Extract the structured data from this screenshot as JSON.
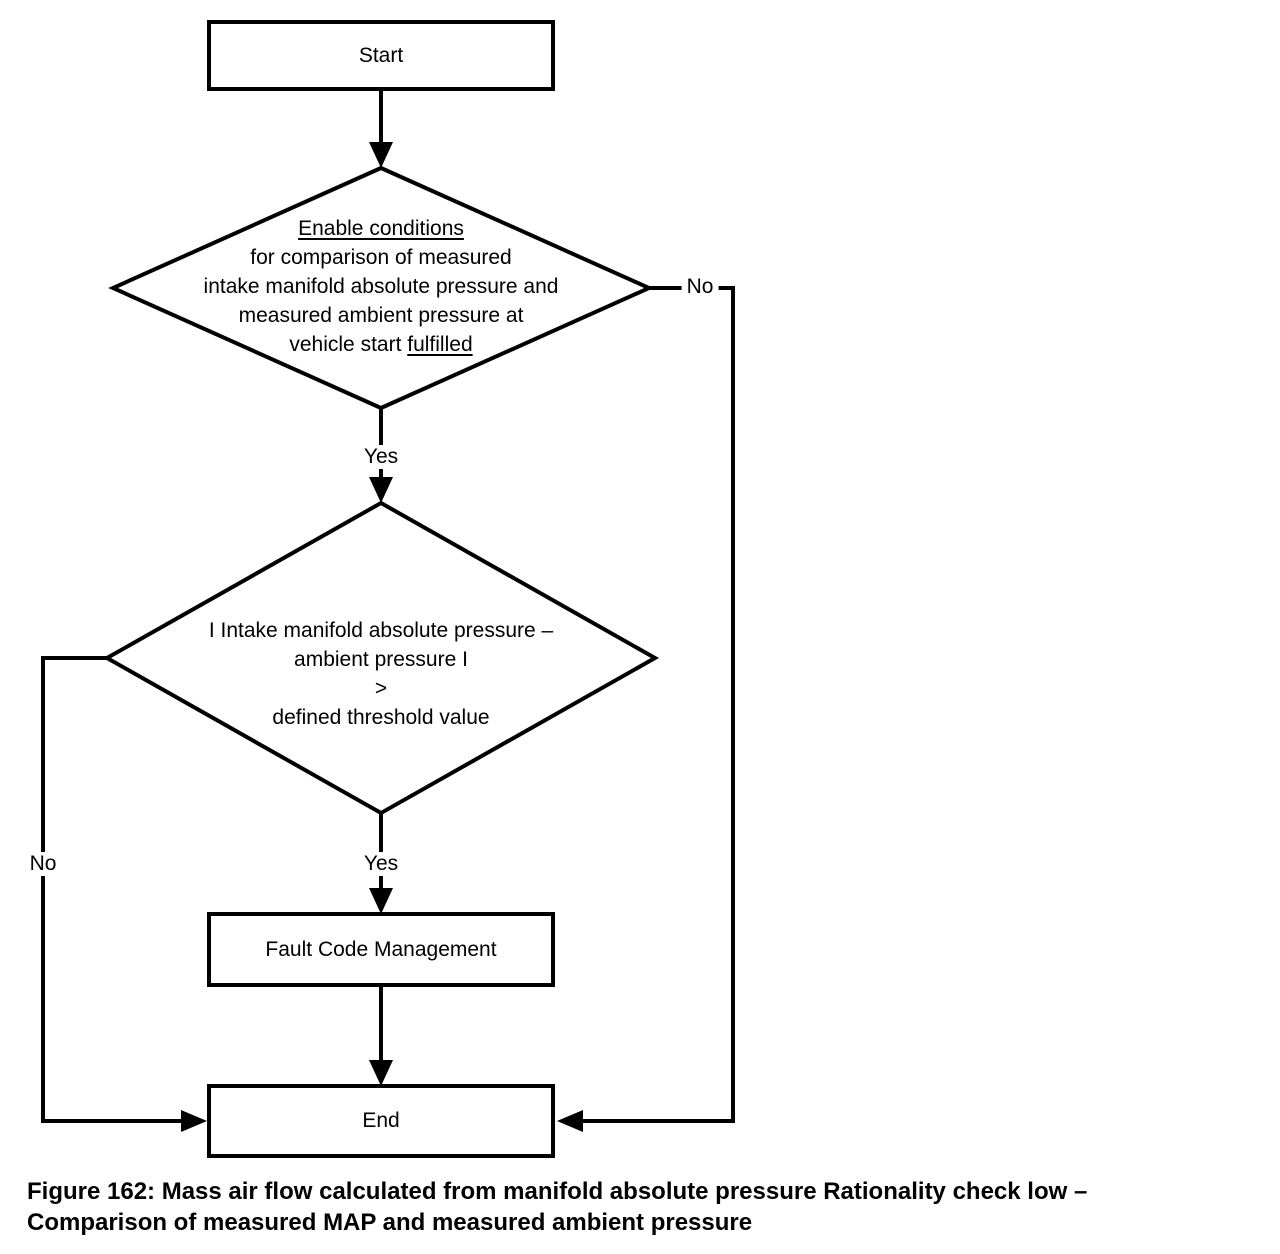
{
  "colors": {
    "background": "#ffffff",
    "line": "#000000",
    "text": "#000000"
  },
  "flowchart": {
    "start": {
      "label": "Start"
    },
    "decision1": {
      "line1": "Enable conditions",
      "line2": "for comparison of measured",
      "line3": "intake manifold absolute pressure and",
      "line4": "measured ambient pressure at",
      "line5_prefix": "vehicle start ",
      "line5_underlined": "fulfilled"
    },
    "branch1": {
      "yes": "Yes",
      "no": "No"
    },
    "decision2": {
      "line1": "I Intake manifold absolute pressure –",
      "line2": "ambient pressure I",
      "line3": ">",
      "line4": "defined threshold value"
    },
    "branch2": {
      "yes": "Yes",
      "no": "No"
    },
    "fault": {
      "label": "Fault Code Management"
    },
    "end": {
      "label": "End"
    }
  },
  "caption": {
    "line1": "Figure 162: Mass air flow calculated from manifold absolute pressure Rationality check low –",
    "line2": "Comparison of measured MAP and measured ambient pressure"
  }
}
